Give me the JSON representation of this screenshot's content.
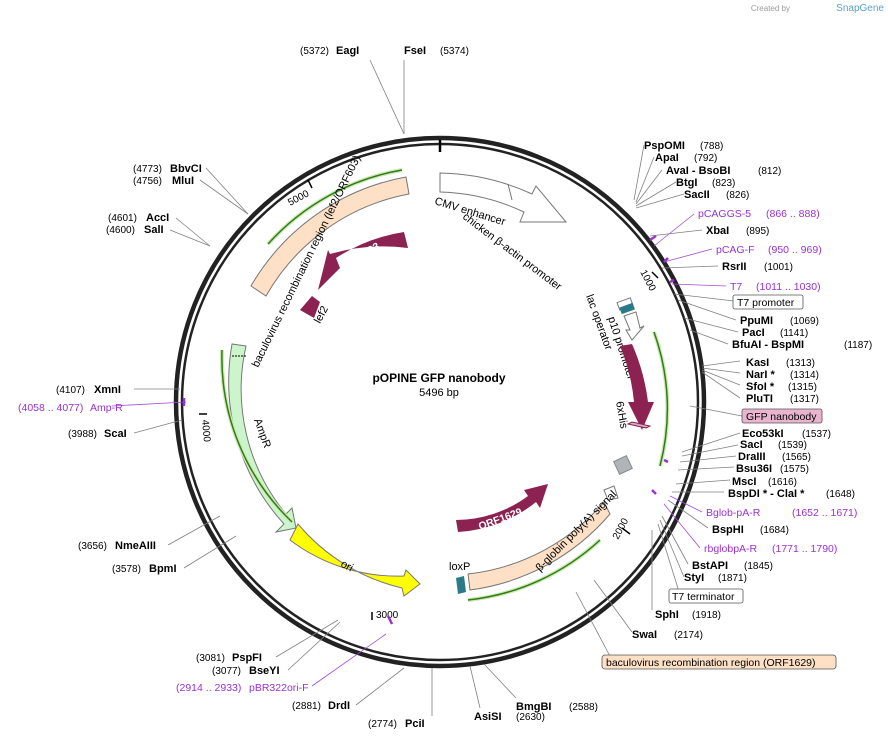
{
  "credit": {
    "prefix": "Created by",
    "brand": "SnapGene"
  },
  "plasmid": {
    "name": "pOPINE GFP nanobody",
    "length": "5496 bp"
  },
  "ticks": [
    "1000",
    "2000",
    "3000",
    "4000",
    "5000"
  ],
  "features": {
    "cmv": "CMV enhancer",
    "actin": "chicken β-actin promoter",
    "baculo_left": "baculovirus recombination region (lef2/ORF603)",
    "orf603": "ORF603",
    "lef2": "lef2",
    "lacop": "lac operator",
    "p10": "p10 promoter",
    "sixhis": "6xHis",
    "ampr": "AmpR",
    "ori": "ori",
    "orf1629": "ORF1629",
    "globin": "β-globin poly(A) signal",
    "loxp": "loxP"
  },
  "boxed_labels": {
    "t7_promoter": "T7 promoter",
    "gfp": "GFP nanobody",
    "t7_terminator": "T7 terminator",
    "baculo_right": "baculovirus recombination region (ORF1629)"
  },
  "colors": {
    "backbone": "#222222",
    "primer": "#9b30d4",
    "orf": "#8b2252",
    "baculo": "#fde0c5",
    "ampr": "#ccf5cc",
    "ori": "#ffff00",
    "cyan": "#2a7a8a",
    "gray": "#b0b4b8"
  },
  "sites": {
    "eagi": {
      "name": "EagI",
      "pos": "(5372)"
    },
    "fsei": {
      "name": "FseI",
      "pos": "(5374)"
    },
    "bbvci": {
      "name": "BbvCI",
      "pos": "(4773)"
    },
    "mlui": {
      "name": "MluI",
      "pos": "(4756)"
    },
    "acci": {
      "name": "AccI",
      "pos": "(4601)"
    },
    "sali": {
      "name": "SalI",
      "pos": "(4600)"
    },
    "xmni": {
      "name": "XmnI",
      "pos": "(4107)"
    },
    "scai": {
      "name": "ScaI",
      "pos": "(3988)"
    },
    "nmeaiii": {
      "name": "NmeAIII",
      "pos": "(3656)"
    },
    "bpmi": {
      "name": "BpmI",
      "pos": "(3578)"
    },
    "pspfi": {
      "name": "PspFI",
      "pos": "(3081)"
    },
    "bseyi": {
      "name": "BseYI",
      "pos": "(3077)"
    },
    "drdi": {
      "name": "DrdI",
      "pos": "(2881)"
    },
    "pcii": {
      "name": "PciI",
      "pos": "(2774)"
    },
    "asisi": {
      "name": "AsiSI",
      "pos": "(2630)"
    },
    "bmgbi": {
      "name": "BmgBI",
      "pos": "(2588)"
    },
    "swai": {
      "name": "SwaI",
      "pos": "(2174)"
    },
    "sphi": {
      "name": "SphI",
      "pos": "(1918)"
    },
    "styi": {
      "name": "StyI",
      "pos": "(1871)"
    },
    "bstapi": {
      "name": "BstAPI",
      "pos": "(1845)"
    },
    "bsphi": {
      "name": "BspHI",
      "pos": "(1684)"
    },
    "bspdi": {
      "name": "BspDI * - ClaI *",
      "pos": "(1648)"
    },
    "msci": {
      "name": "MscI",
      "pos": "(1616)"
    },
    "bsu36i": {
      "name": "Bsu36I",
      "pos": "(1575)"
    },
    "draiii": {
      "name": "DraIII",
      "pos": "(1565)"
    },
    "saci": {
      "name": "SacI",
      "pos": "(1539)"
    },
    "eco53ki": {
      "name": "Eco53kI",
      "pos": "(1537)"
    },
    "pluti": {
      "name": "PluTI",
      "pos": "(1317)"
    },
    "sfoi": {
      "name": "SfoI *",
      "pos": "(1315)"
    },
    "nari": {
      "name": "NarI *",
      "pos": "(1314)"
    },
    "kasi": {
      "name": "KasI",
      "pos": "(1313)"
    },
    "bfuai": {
      "name": "BfuAI - BspMI",
      "pos": "(1187)"
    },
    "paci": {
      "name": "PacI",
      "pos": "(1141)"
    },
    "ppumi": {
      "name": "PpuMI",
      "pos": "(1069)"
    },
    "rsrii": {
      "name": "RsrII",
      "pos": "(1001)"
    },
    "xbai": {
      "name": "XbaI",
      "pos": "(895)"
    },
    "sacii": {
      "name": "SacII",
      "pos": "(826)"
    },
    "btgi": {
      "name": "BtgI",
      "pos": "(823)"
    },
    "avai": {
      "name": "AvaI - BsoBI",
      "pos": "(812)"
    },
    "apai": {
      "name": "ApaI",
      "pos": "(792)"
    },
    "pspomi": {
      "name": "PspOMI",
      "pos": "(788)"
    }
  },
  "primers": {
    "ampr": {
      "name": "Amp-R",
      "pos": "(4058 .. 4077)"
    },
    "pbr322": {
      "name": "pBR322ori-F",
      "pos": "(2914 .. 2933)"
    },
    "rbglob": {
      "name": "rbglobpA-R",
      "pos": "(1771 .. 1790)"
    },
    "bglob": {
      "name": "Bglob-pA-R",
      "pos": "(1652 .. 1671)"
    },
    "t7": {
      "name": "T7",
      "pos": "(1011 .. 1030)"
    },
    "pcag": {
      "name": "pCAG-F",
      "pos": "(950 .. 969)"
    },
    "pcaggs": {
      "name": "pCAGGS-5",
      "pos": "(866 .. 888)"
    }
  }
}
